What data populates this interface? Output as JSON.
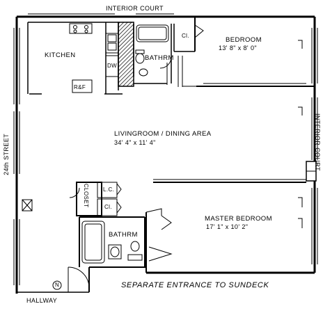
{
  "plan": {
    "top_label": "INTERIOR COURT",
    "right_label": "INTERIOR COURT",
    "left_label": "24th STREET",
    "bottom_left_label": "HALLWAY",
    "footer_note": "SEPARATE ENTRANCE TO SUNDECK",
    "compass_letter": "N",
    "rooms": {
      "kitchen": {
        "name": "KITCHEN",
        "dw": "DW",
        "rr": "R&F"
      },
      "bath_top": {
        "name": "BATHRM",
        "closet": "Cl."
      },
      "bedroom": {
        "name": "BEDROOM",
        "size": "13' 8\" x 8' 0\""
      },
      "living": {
        "name": "LIVINGROOM / DINING AREA",
        "size": "34' 4\" x 11' 4\""
      },
      "closet_mid": {
        "name": "CLOSET",
        "lc": "L.C.",
        "cl": "Cl."
      },
      "bath_bottom": {
        "name": "BATHRM"
      },
      "master": {
        "name": "MASTER BEDROOM",
        "size": "17' 1\" x 10' 2\""
      }
    }
  }
}
